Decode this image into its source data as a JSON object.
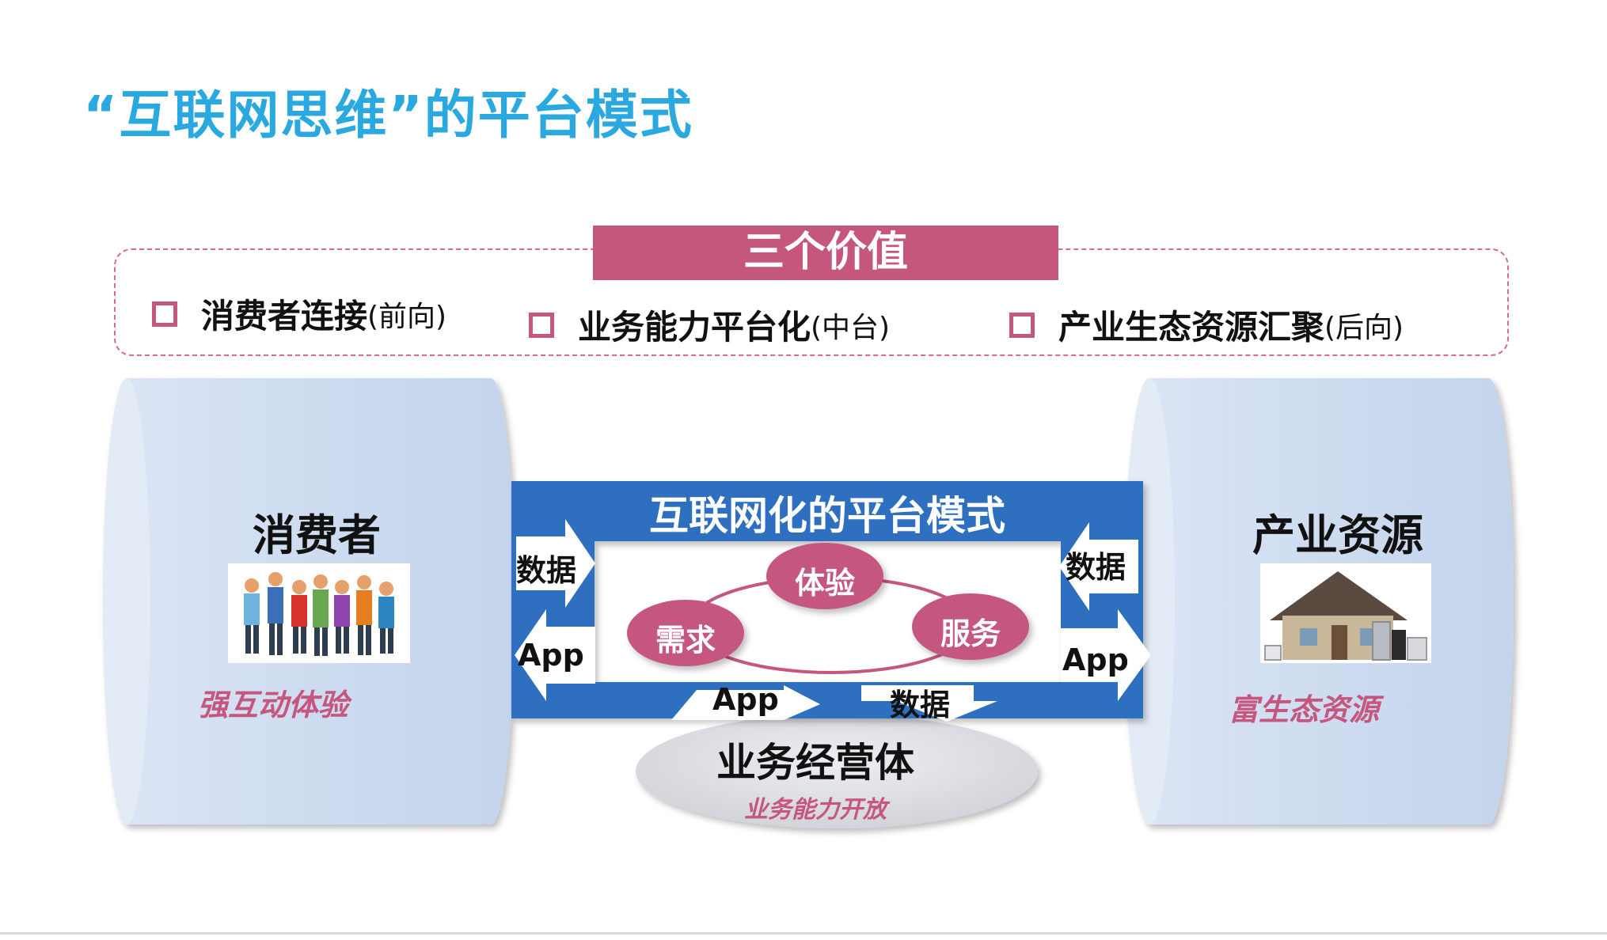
{
  "title": "“互联网思维”的平台模式",
  "values": {
    "header": "三个价值",
    "items": [
      {
        "label": "消费者连接",
        "sub": "(前向)"
      },
      {
        "label": "业务能力平台化",
        "sub": "(中台)"
      },
      {
        "label": "产业生态资源汇聚",
        "sub": "(后向)"
      }
    ]
  },
  "consumer": {
    "title": "消费者",
    "tag": "强互动体验"
  },
  "industry": {
    "title": "产业资源",
    "tag": "富生态资源"
  },
  "platform": {
    "title": "互联网化的平台模式",
    "nodes": {
      "experience": "体验",
      "demand": "需求",
      "service": "服务"
    },
    "flows": {
      "left_in": "数据",
      "left_out": "App",
      "right_in": "数据",
      "right_out": "App",
      "bottom_up": "App",
      "bottom_down": "数据"
    }
  },
  "business": {
    "title": "业务经营体",
    "sub": "业务能力开放"
  },
  "colors": {
    "title": "#2aa8e0",
    "accent": "#c5577f",
    "band": "#2f6fbf",
    "cylinder": "#c6d6ee",
    "cylinder_cap": "#dde7f6",
    "ellipse": "#dcdde2"
  },
  "icons": [
    "people-photo",
    "house-appliances-icon"
  ]
}
